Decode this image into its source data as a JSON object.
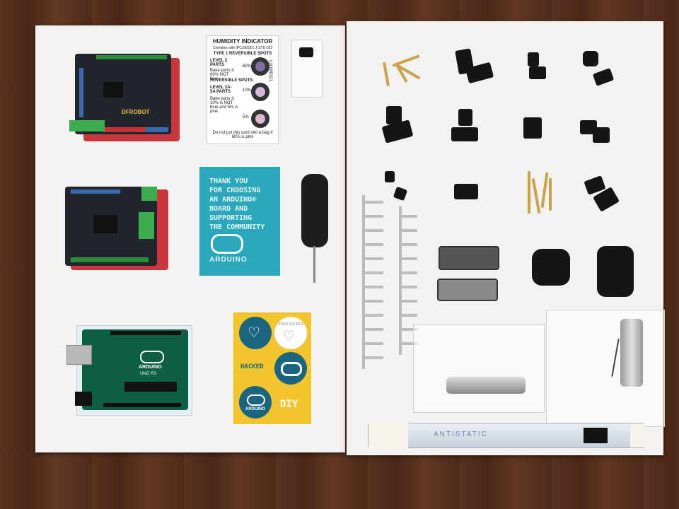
{
  "humidity_card": {
    "title": "HUMIDITY INDICATOR",
    "subtitle": "Complies with IPC/JEDEC J-STD-033",
    "type_line": "TYPE 1 REVERSIBLE SPOTS",
    "level2": "LEVEL 2 PARTS",
    "bake1": "Bake parts if 60% NOT blue",
    "pct60": "60%",
    "reversible": "REVERSIBLE SPOTS",
    "level2a": "LEVEL 2A-5A PARTS",
    "bake2": "Bake parts if 10% is NOT blue and 5% is pink",
    "pct10": "10%",
    "pct5": "5%",
    "footer": "Do not put this card into a bag if 60% is pink",
    "lot": "Lot 060321"
  },
  "thank_you_card": {
    "message": "THANK YOU\nFOR CHOOSING\nAN ARDUINO®\nBOARD AND\nSUPPORTING\nTHE COMMUNITY",
    "brand": "ARDUINO"
  },
  "sticker_sheet": {
    "open_source": "OPEN SOURCE",
    "hacked": "HACKED",
    "arduino": "ARDUINO",
    "diy": "DIY"
  },
  "boards": {
    "dfrobot_label": "DFROBOT",
    "uno_brand": "ARDUINO",
    "uno_model": "UNO R3"
  },
  "tube_label": "ANTISTATIC",
  "colors": {
    "arduino_teal": "#2aa7bb",
    "sticker_yellow": "#f2c52d",
    "shield_red": "#c8373c",
    "pcb_green": "#0d5f44"
  }
}
